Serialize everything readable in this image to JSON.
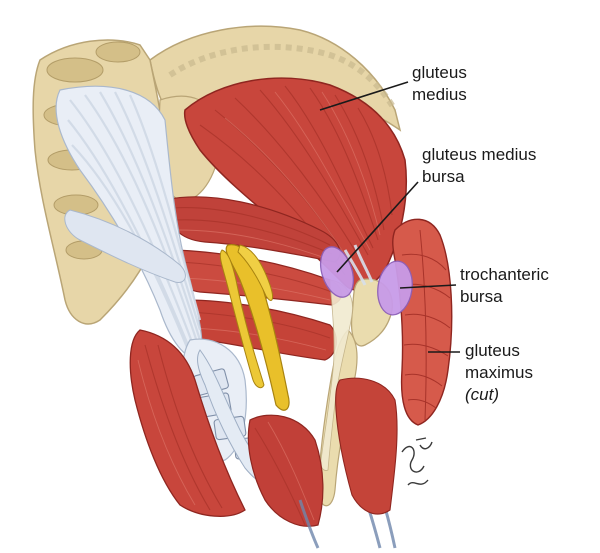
{
  "labels": {
    "gluteus_medius": [
      "gluteus",
      "medius"
    ],
    "gluteus_medius_bursa": [
      "gluteus medius",
      "bursa"
    ],
    "trochanteric_bursa": [
      "trochanteric",
      "bursa"
    ],
    "gluteus_maximus": [
      "gluteus",
      "maximus",
      "(cut)"
    ]
  },
  "colors": {
    "muscle": "#c8463c",
    "muscle_dark": "#9b2b24",
    "muscle_light": "#e58b7d",
    "bone": "#e7d6a8",
    "ligament": "#e9eef6",
    "nerve": "#e9c02a",
    "bursa": "#c89be8",
    "background": "#ffffff"
  }
}
